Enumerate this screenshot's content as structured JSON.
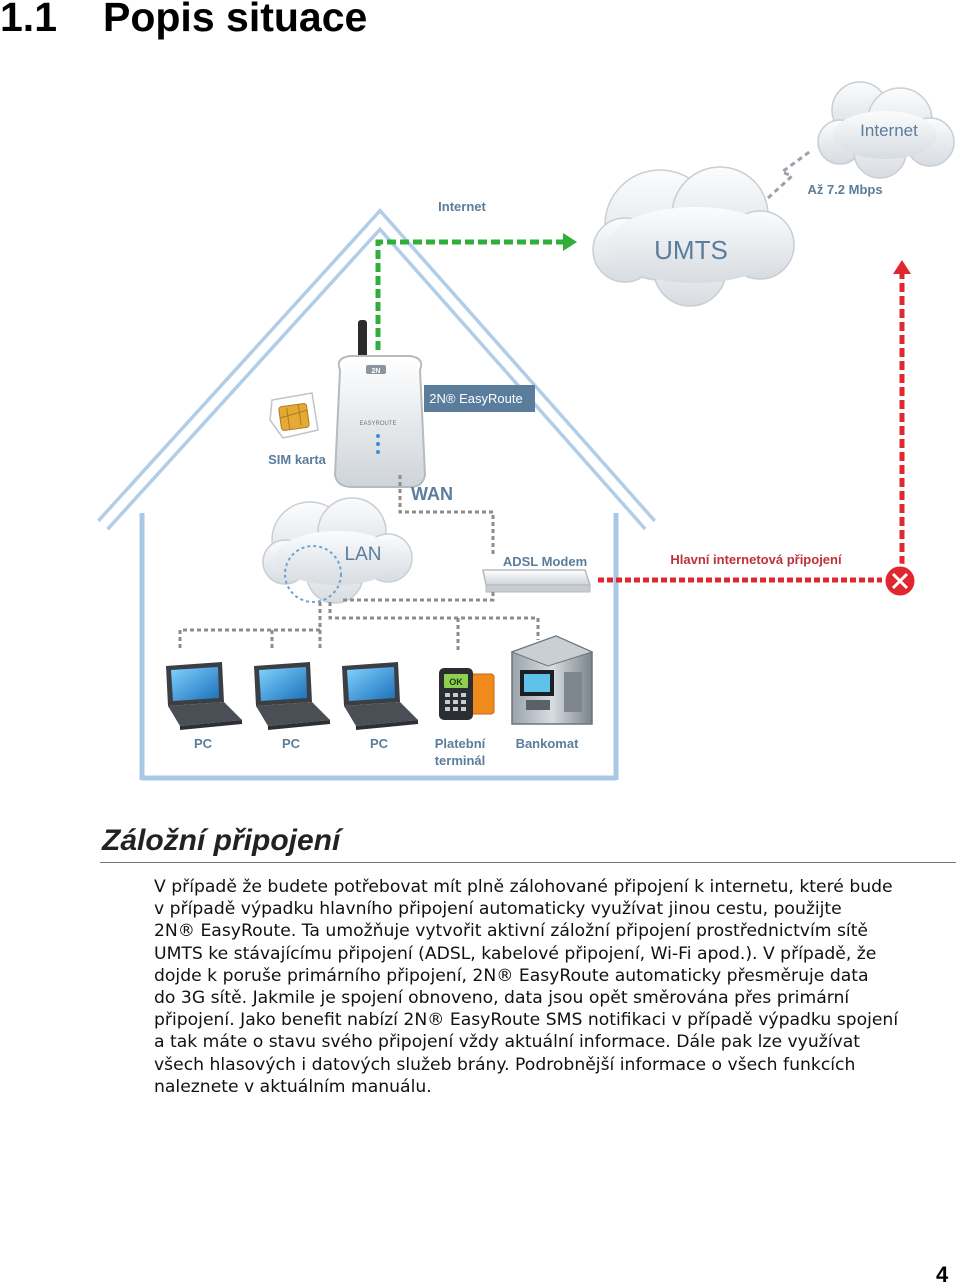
{
  "section": {
    "number": "1.1",
    "title": "Popis situace"
  },
  "diagram": {
    "labels": {
      "internet_arrow": "Internet",
      "internet_cloud": "Internet",
      "speed": "Až 7.2 Mbps",
      "umts": "UMTS",
      "router": "2N® EasyRoute",
      "sim": "SIM karta",
      "wan": "WAN",
      "lan": "LAN",
      "adsl_modem": "ADSL Modem",
      "main_connection": "Hlavní internetová připojení",
      "pc1": "PC",
      "pc2": "PC",
      "pc3": "PC",
      "terminal_line1": "Platební",
      "terminal_line2": "terminál",
      "atm": "Bankomat",
      "router_brand": "EASYROUTE",
      "router_logo": "2N",
      "terminal_screen": "OK"
    },
    "colors": {
      "house": "#a9c8e6",
      "green_link": "#2fae3a",
      "red_link": "#e0262e",
      "cloud": "#e9ecef",
      "label_blue": "#5b7d9c",
      "label_red": "#c0303a",
      "router_badge": "#5b7d9c"
    }
  },
  "subheading": "Záložní připojení",
  "paragraph_lines": [
    "V případě že budete potřebovat mít plně zálohované připojení k internetu, které bude",
    "v případě výpadku hlavního připojení automaticky využívat jinou cestu, použijte",
    "2N® EasyRoute. Ta umožňuje vytvořit aktivní záložní připojení prostřednictvím sítě",
    "UMTS ke stávajícímu připojení (ADSL, kabelové připojení, Wi-Fi apod.). V případě, že",
    "dojde k poruše primárního připojení, 2N® EasyRoute automaticky přesměruje data",
    "do 3G sítě. Jakmile je spojení obnoveno, data jsou opět směrována přes primární",
    "připojení. Jako benefit nabízí 2N® EasyRoute SMS notifikaci v případě výpadku spojení",
    "a tak máte o stavu svého připojení vždy aktuální informace. Dále pak lze využívat",
    "všech hlasových i datových služeb brány. Podrobnější informace o všech funkcích",
    "naleznete v aktuálním manuálu."
  ],
  "page_number": "4"
}
